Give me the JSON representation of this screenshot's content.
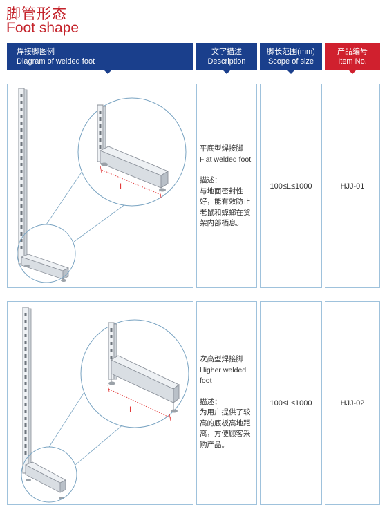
{
  "page": {
    "title_cn": "脚管形态",
    "title_en": "Foot shape"
  },
  "header": {
    "diagram_cn": "焊接脚图例",
    "diagram_en": "Diagram of welded foot",
    "description_cn": "文字描述",
    "description_en": "Description",
    "size_cn": "脚长范围(mm)",
    "size_en": "Scope of size",
    "item_cn": "产品编号",
    "item_en": "Item No."
  },
  "colors": {
    "title_red": "#c4232b",
    "header_blue": "#1a3f8c",
    "header_red": "#d0202e",
    "border_blue": "#9fc2dc",
    "dimension_red": "#e23a3a"
  },
  "rows": [
    {
      "name_cn": "平底型焊接脚",
      "name_en": "Flat welded foot",
      "desc_label": "描述：",
      "desc_lines": [
        "与地面密封性",
        "好，能有效防止",
        "老鼠和蟑螂在货",
        "架内部栖息。"
      ],
      "dimension_label": "L",
      "size": "100≤L≤1000",
      "item_no": "HJJ-01"
    },
    {
      "name_cn": "次高型焊接脚",
      "name_en_lines": [
        "Higher welded",
        "foot"
      ],
      "desc_label": "描述：",
      "desc_lines": [
        "为用户提供了较",
        "高的底板高地距",
        "离，方便顾客采",
        "购产品。"
      ],
      "dimension_label": "L",
      "size": "100≤L≤1000",
      "item_no": "HJJ-02"
    }
  ]
}
